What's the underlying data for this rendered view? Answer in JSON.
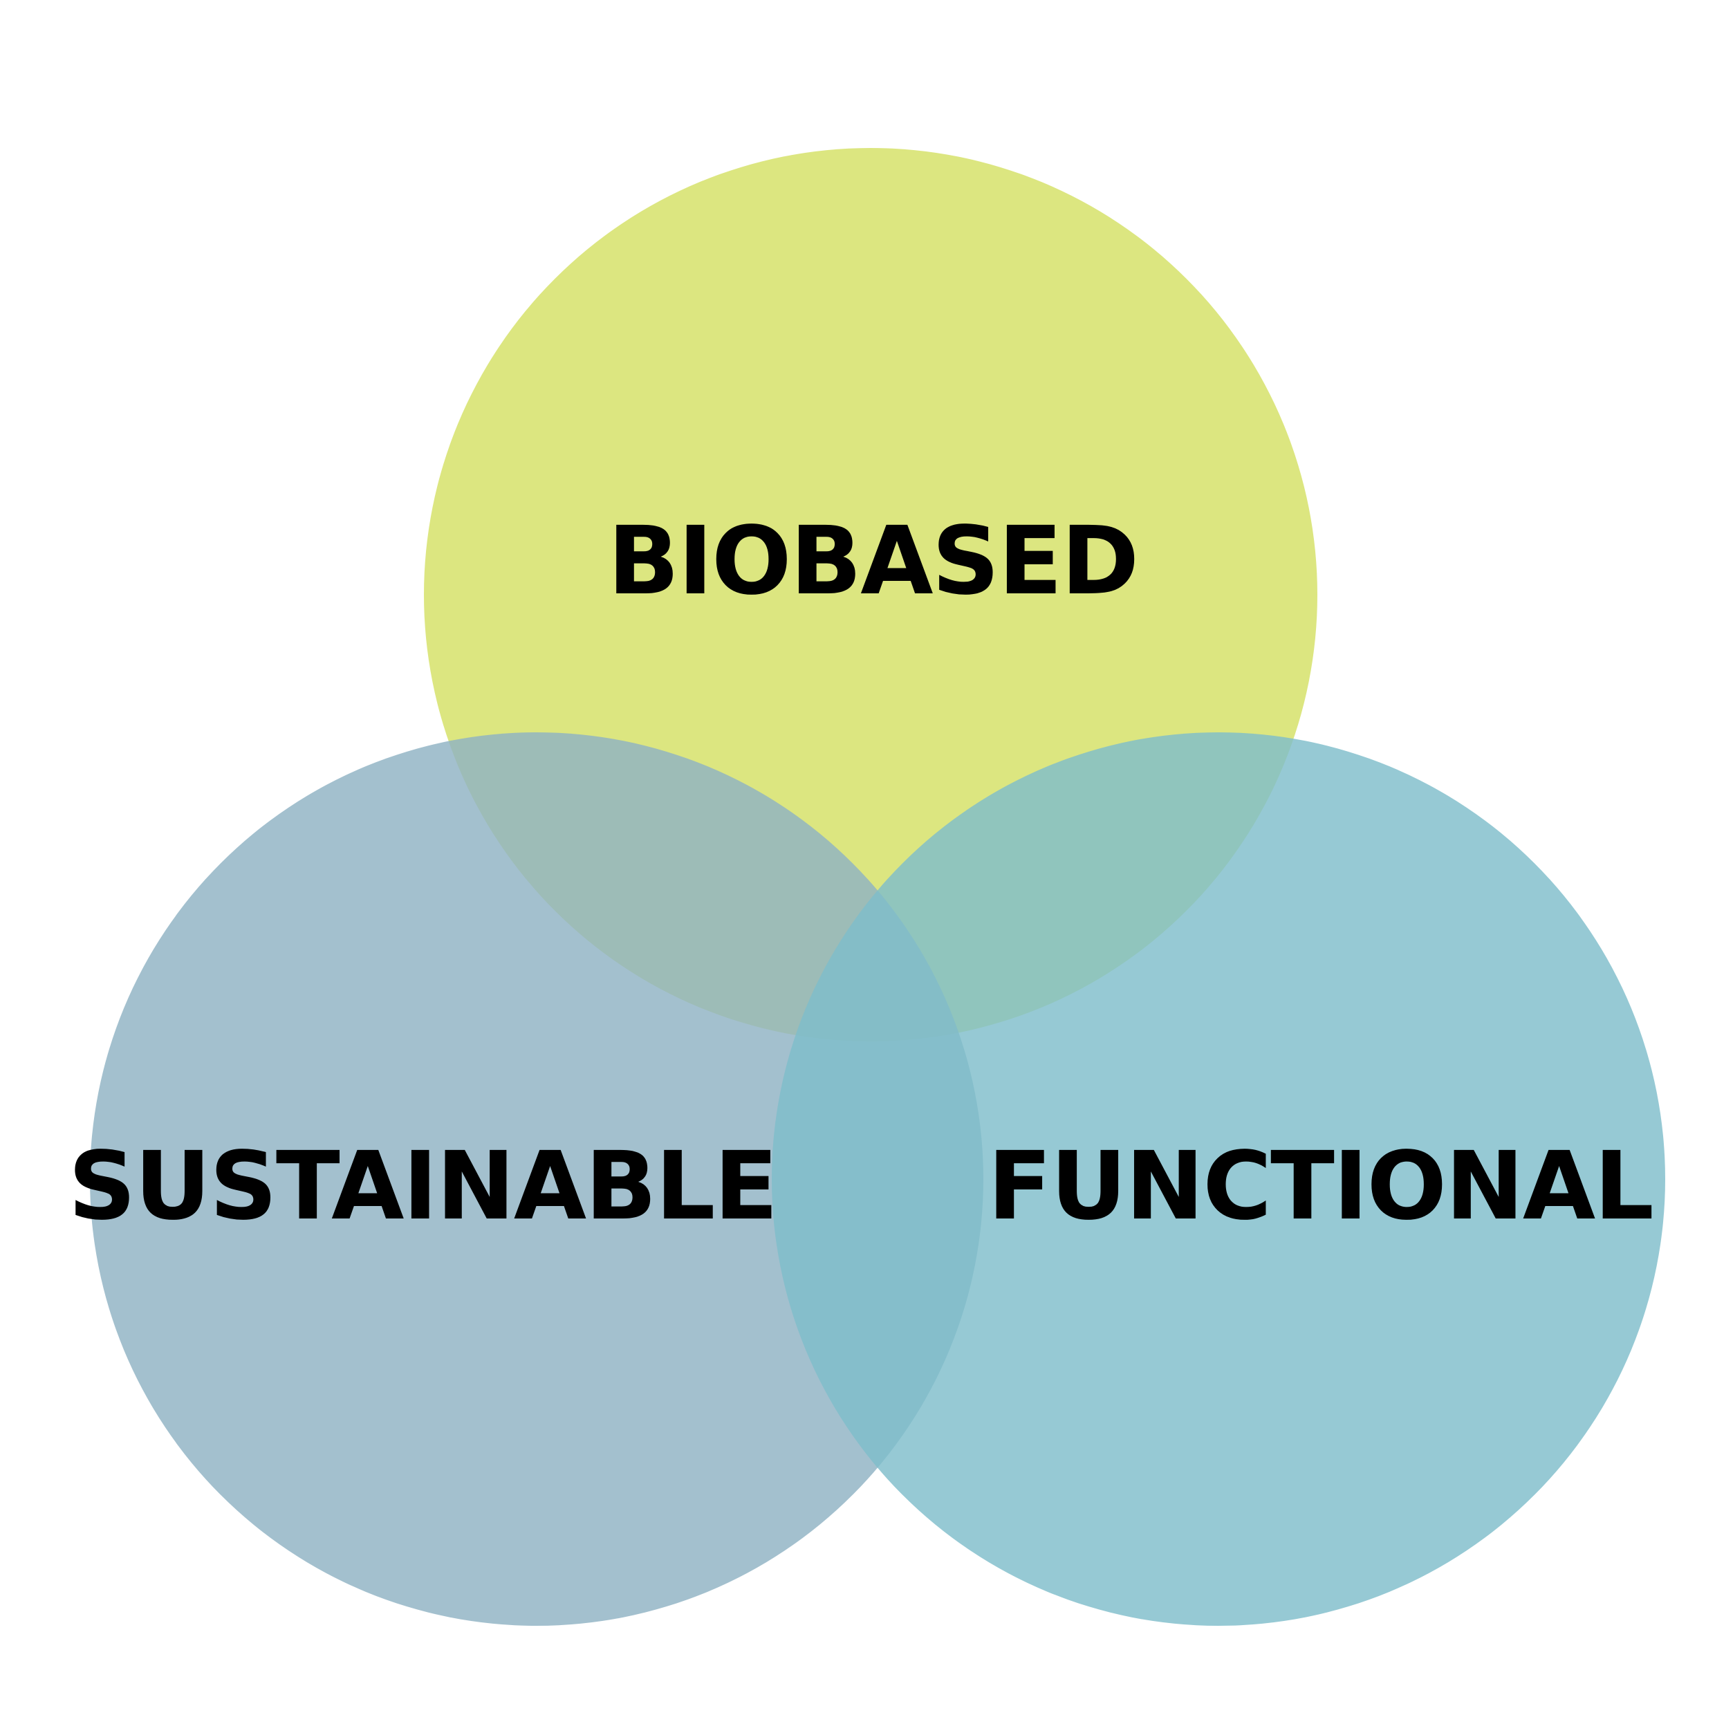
{
  "diagram": {
    "type": "venn",
    "sets": [
      {
        "id": "biobased",
        "label": "BIOBASED",
        "color": "#d2df5c"
      },
      {
        "id": "sustainable",
        "label": "SUSTAINABLE",
        "color": "#8fb2c3"
      },
      {
        "id": "functional",
        "label": "FUNCTIONAL",
        "color": "#7fbdcb"
      }
    ],
    "background": "#ffffff"
  }
}
